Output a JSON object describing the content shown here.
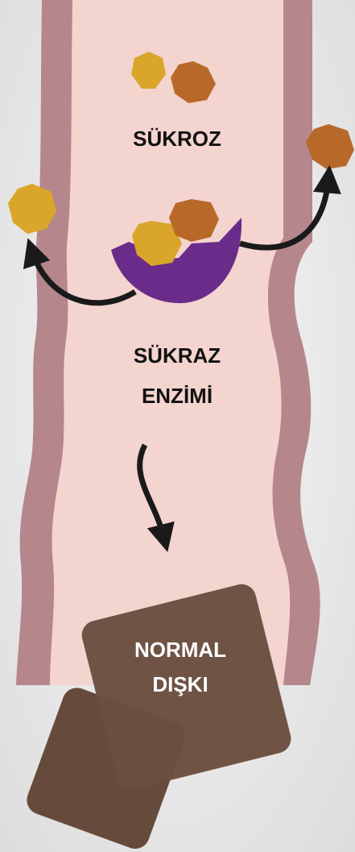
{
  "labels": {
    "sucrose": "SÜKROZ",
    "enzyme_line1": "SÜKRAZ",
    "enzyme_line2": "ENZİMİ",
    "stool_line1": "NORMAL",
    "stool_line2": "DIŞKI"
  },
  "colors": {
    "background": "#eeeeee",
    "intestine_wall": "#b5868b",
    "intestine_inner": "#f4d4cf",
    "glucose": "#d9a52b",
    "fructose": "#b8692a",
    "enzyme": "#6a2c8a",
    "arrow": "#1a1a1a",
    "stool": "#664b3d",
    "label_dark": "#111111",
    "label_light": "#ffffff"
  }
}
